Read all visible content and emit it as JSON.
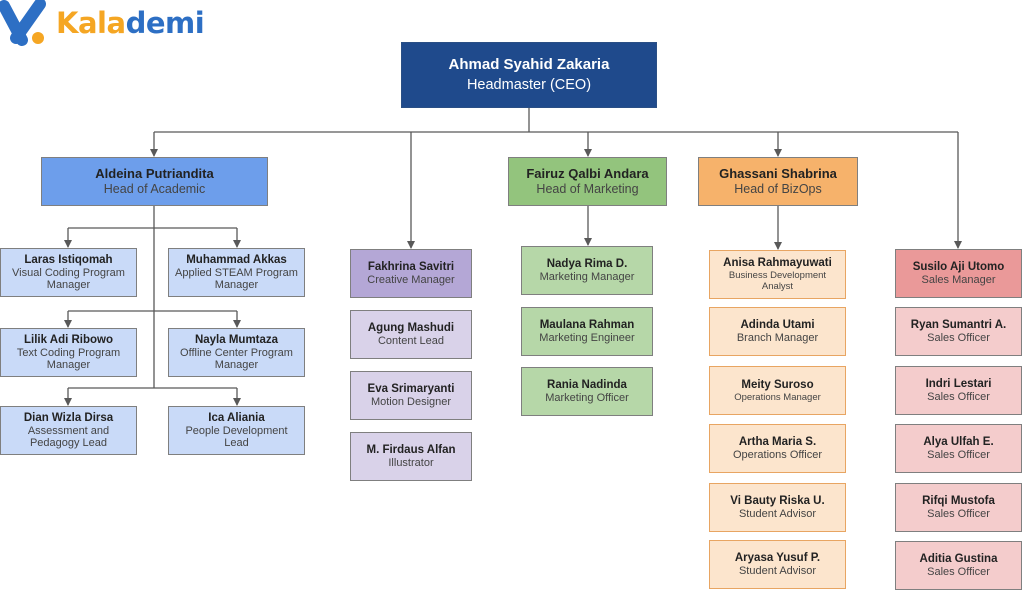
{
  "brand": {
    "name_part1": "Kala",
    "name_part2": "demi",
    "colors": {
      "orange": "#f5a623",
      "blue": "#2d6fc4"
    }
  },
  "colors": {
    "ceo": "#1f4a8c",
    "academic_head": "#6d9eeb",
    "academic": "#c9daf8",
    "creative": "#d9d2e9",
    "creative_head": "#b4a7d6",
    "marketing_head": "#93c47d",
    "marketing": "#b6d7a8",
    "bizops_head": "#f6b26b",
    "bizops": "#fce5cd",
    "bizops_border": "#e8a562",
    "sales_head": "#ea9999",
    "sales": "#f4cccc"
  },
  "ceo": {
    "name": "Ahmad Syahid Zakaria",
    "title": "Headmaster (CEO)"
  },
  "academic": {
    "head": {
      "name": "Aldeina Putriandita",
      "title": "Head of Academic"
    },
    "members": [
      {
        "name": "Laras Istiqomah",
        "title": "Visual Coding Program Manager"
      },
      {
        "name": "Muhammad Akkas",
        "title": "Applied STEAM Program Manager"
      },
      {
        "name": "Lilik Adi Ribowo",
        "title": "Text Coding Program Manager"
      },
      {
        "name": "Nayla Mumtaza",
        "title": "Offline Center Program Manager"
      },
      {
        "name": "Dian Wizla Dirsa",
        "title": "Assessment and Pedagogy Lead"
      },
      {
        "name": "Ica Aliania",
        "title": "People Development Lead"
      }
    ]
  },
  "creative": {
    "head": {
      "name": "Fakhrina Savitri",
      "title": "Creative Manager"
    },
    "members": [
      {
        "name": "Agung Mashudi",
        "title": "Content Lead"
      },
      {
        "name": "Eva Srimaryanti",
        "title": "Motion Designer"
      },
      {
        "name": "M. Firdaus Alfan",
        "title": "Illustrator"
      }
    ]
  },
  "marketing": {
    "head": {
      "name": "Fairuz Qalbi Andara",
      "title": "Head of Marketing"
    },
    "members": [
      {
        "name": "Nadya Rima D.",
        "title": "Marketing Manager"
      },
      {
        "name": "Maulana Rahman",
        "title": "Marketing Engineer"
      },
      {
        "name": "Rania Nadinda",
        "title": "Marketing Officer"
      }
    ]
  },
  "bizops": {
    "head": {
      "name": "Ghassani Shabrina",
      "title": "Head of BizOps"
    },
    "members": [
      {
        "name": "Anisa Rahmayuwati",
        "title": "Business Development Analyst"
      },
      {
        "name": "Adinda Utami",
        "title": "Branch Manager"
      },
      {
        "name": "Meity Suroso",
        "title": "Operations Manager"
      },
      {
        "name": "Artha Maria S.",
        "title": "Operations Officer"
      },
      {
        "name": "Vi Bauty Riska U.",
        "title": "Student Advisor"
      },
      {
        "name": "Aryasa Yusuf P.",
        "title": "Student Advisor"
      }
    ]
  },
  "sales": {
    "head": {
      "name": "Susilo Aji Utomo",
      "title": "Sales Manager"
    },
    "members": [
      {
        "name": "Ryan Sumantri A.",
        "title": "Sales Officer"
      },
      {
        "name": "Indri Lestari",
        "title": "Sales Officer"
      },
      {
        "name": "Alya Ulfah E.",
        "title": "Sales Officer"
      },
      {
        "name": "Rifqi Mustofa",
        "title": "Sales Officer"
      },
      {
        "name": "Aditia Gustina",
        "title": "Sales Officer"
      }
    ]
  }
}
